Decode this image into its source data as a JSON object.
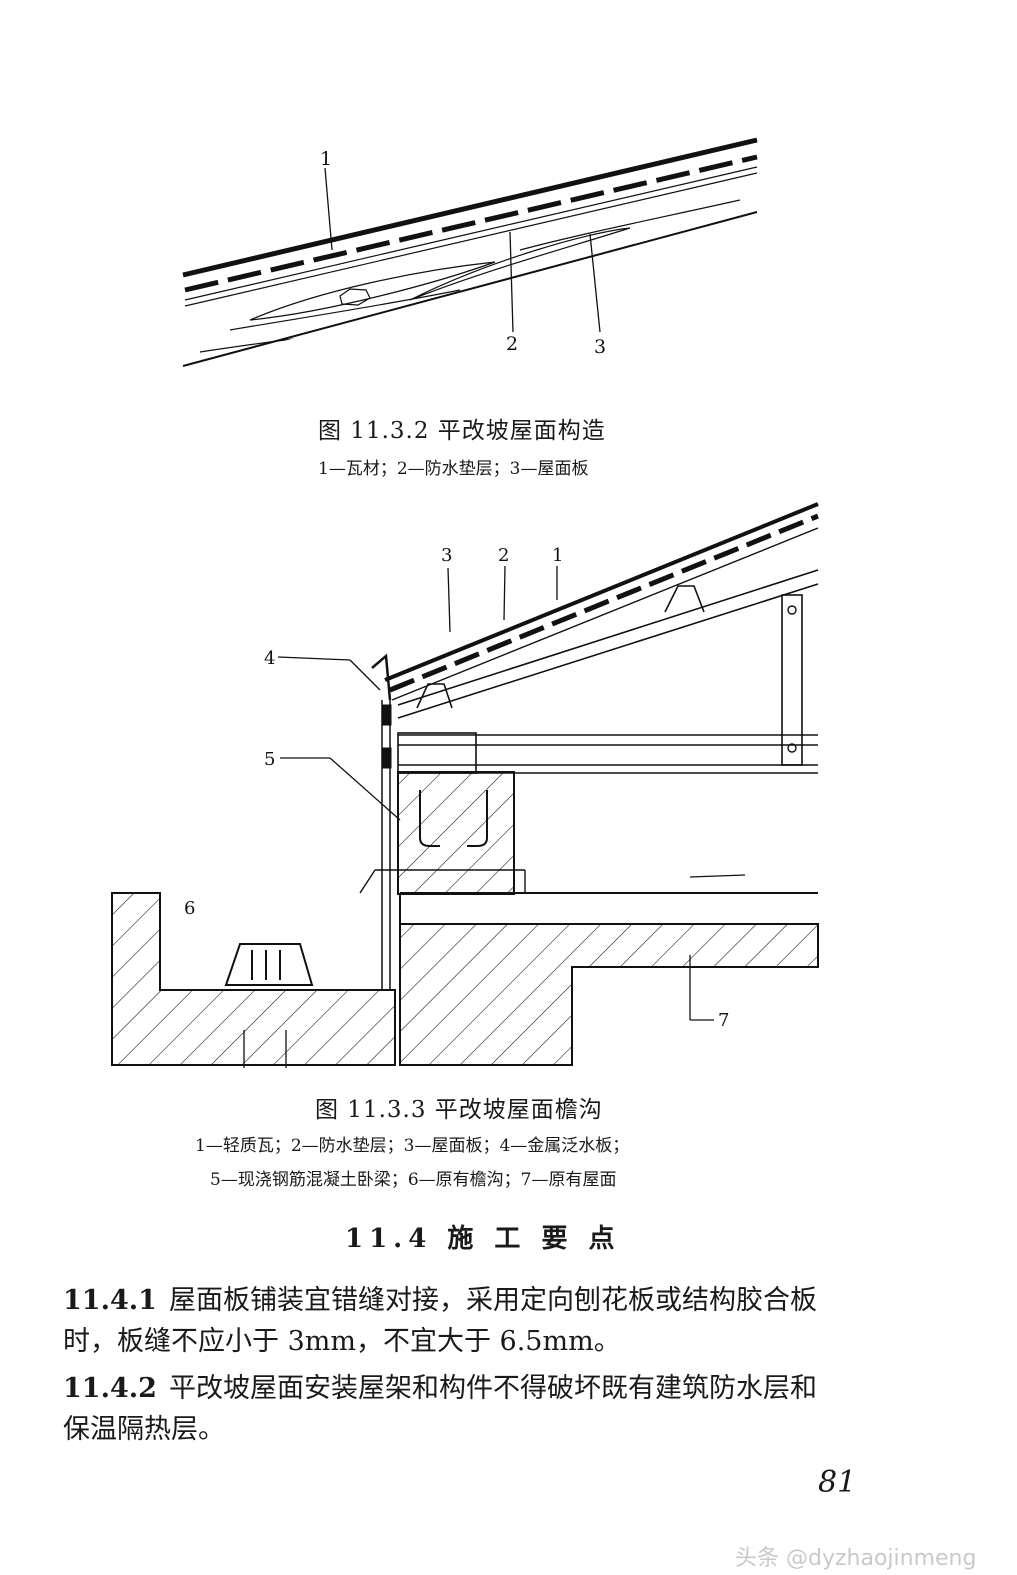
{
  "figure_1": {
    "caption": "图 11.3.2   平改坡屋面构造",
    "legend": "1—瓦材；2—防水垫层；3—屋面板",
    "callouts": [
      "1",
      "2",
      "3"
    ]
  },
  "figure_2": {
    "caption": "图 11.3.3   平改坡屋面檐沟",
    "legend_line_1": "1—轻质瓦；2—防水垫层；3—屋面板；4—金属泛水板；",
    "legend_line_2": "5—现浇钢筋混凝土卧梁；6—原有檐沟；7—原有屋面",
    "callouts": [
      "1",
      "2",
      "3",
      "4",
      "5",
      "6",
      "7"
    ]
  },
  "section": {
    "title": "11.4  施 工 要 点"
  },
  "clauses": [
    {
      "number": "11.4.1",
      "line_1": "屋面板铺装宜错缝对接，采用定向刨花板或结构胶合板",
      "line_2": "时，板缝不应小于 3mm，不宜大于 6.5mm。"
    },
    {
      "number": "11.4.2",
      "line_1": "平改坡屋面安装屋架和构件不得破坏既有建筑防水层和",
      "line_2": "保温隔热层。"
    }
  ],
  "page_number": "81",
  "watermark": "头条 @dyzhaojinmeng"
}
